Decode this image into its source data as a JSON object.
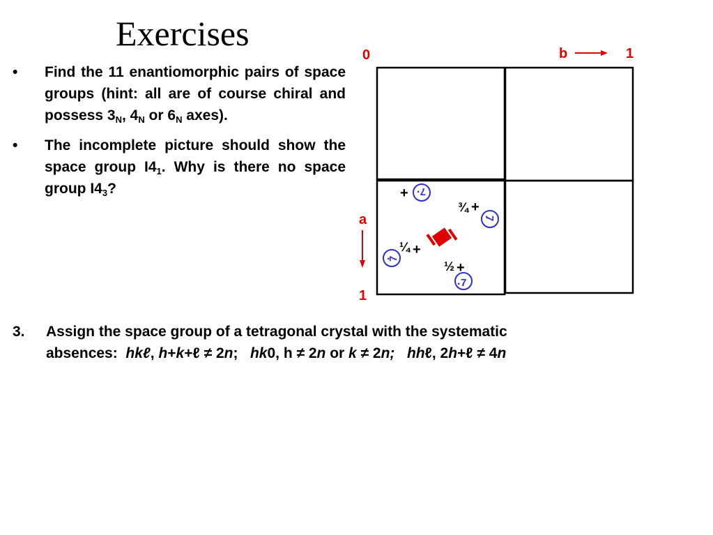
{
  "title": "Exercises",
  "bullets": [
    {
      "marker": "•",
      "parts": [
        "Find the 11 enantiomorphic pairs of space groups (hint: all are of course chiral and possess 3",
        "N",
        ", 4",
        "N",
        " or 6",
        "N",
        " axes)."
      ]
    },
    {
      "marker": "•",
      "parts": [
        "The incomplete picture should show the space group I4",
        "1",
        ".  Why is there no space group I4",
        "3",
        "?"
      ]
    }
  ],
  "diagram": {
    "origin_label": "0",
    "b_label": "b",
    "b_end_label": "1",
    "a_label": "a",
    "a_end_label": "1",
    "plus": "+",
    "frac_quarter": "¼",
    "frac_half": "½",
    "frac_three_quarter": "¾",
    "comma_glyph": ".",
    "seven_glyph": "7",
    "colors": {
      "axis": "#e00000",
      "circle": "#2e2ecc",
      "grid": "#000000"
    }
  },
  "question3": {
    "number": "3.",
    "line1": "Assign the space group of a tetragonal crystal with the systematic",
    "line2_segments": [
      {
        "t": "absences:  ",
        "i": false
      },
      {
        "t": "hkℓ",
        "i": true
      },
      {
        "t": ", ",
        "i": false
      },
      {
        "t": "h",
        "i": true
      },
      {
        "t": "+",
        "i": false
      },
      {
        "t": "k",
        "i": true
      },
      {
        "t": "+ℓ ≠ 2",
        "i": false
      },
      {
        "t": "n",
        "i": true
      },
      {
        "t": ";   ",
        "i": false
      },
      {
        "t": "hk",
        "i": true
      },
      {
        "t": "0, h ≠ 2",
        "i": false
      },
      {
        "t": "n",
        "i": true
      },
      {
        "t": " or ",
        "i": false
      },
      {
        "t": "k",
        "i": true
      },
      {
        "t": " ≠ 2",
        "i": false
      },
      {
        "t": "n;",
        "i": true
      },
      {
        "t": "   ",
        "i": false
      },
      {
        "t": "hh",
        "i": true
      },
      {
        "t": "ℓ, 2",
        "i": false
      },
      {
        "t": "h",
        "i": true
      },
      {
        "t": "+ℓ ≠ 4",
        "i": false
      },
      {
        "t": "n",
        "i": true
      }
    ]
  }
}
